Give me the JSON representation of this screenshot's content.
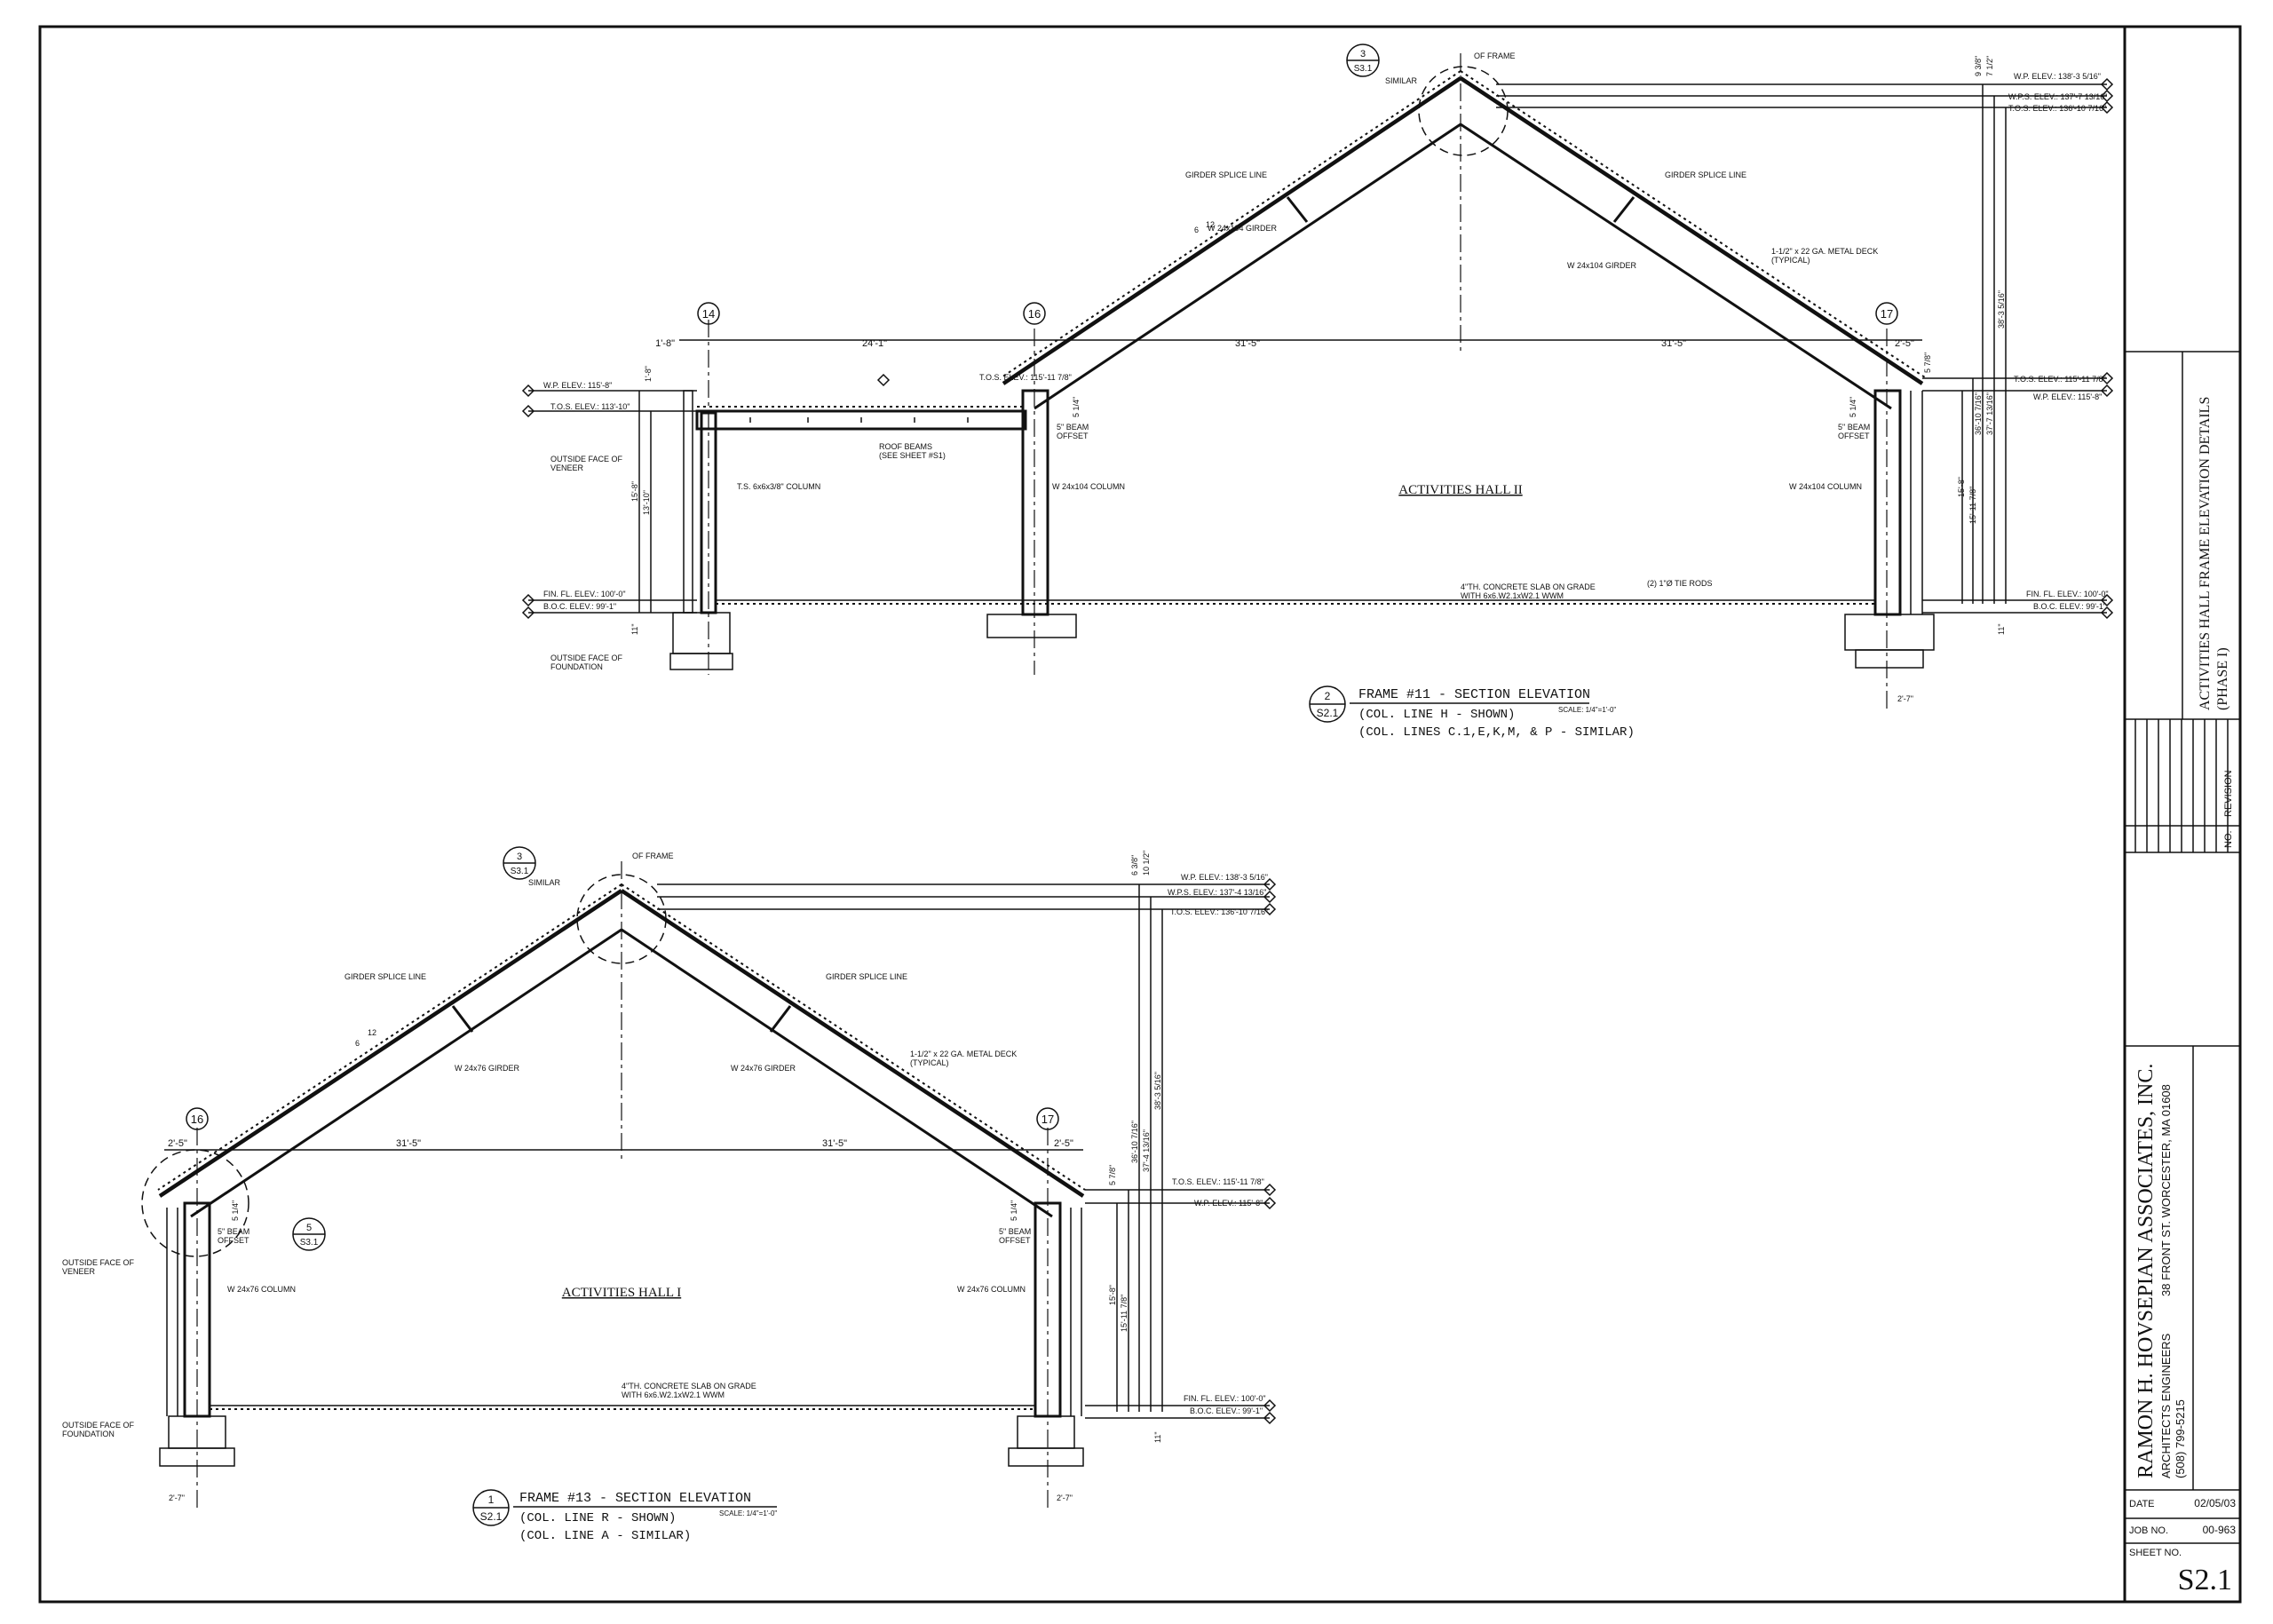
{
  "title_block": {
    "sheet_title": "ACTIVITIES HALL FRAME ELEVATION DETAILS",
    "phase": "(PHASE I)",
    "revision_label": "REVISION",
    "no_label": "NO.",
    "firm_name": "RAMON H. HOVSEPIAN ASSOCIATES, INC.",
    "firm_disciplines": "ARCHITECTS    ENGINEERS",
    "firm_address": "38 FRONT ST. WORCESTER, MA 01608",
    "firm_phone": "(508) 799-5215",
    "date_label": "DATE",
    "date_value": "02/05/03",
    "job_label": "JOB NO.",
    "job_value": "00-963",
    "sheet_label": "SHEET NO.",
    "sheet_value": "S2.1"
  },
  "frame11": {
    "callout_num": "2",
    "callout_sheet": "S2.1",
    "title": "FRAME #11 - SECTION ELEVATION",
    "line1": "(COL. LINE H - SHOWN)",
    "line2": "(COL. LINES C.1,E,K,M, & P - SIMILAR)",
    "scale": "SCALE: 1/4\"=1'-0\"",
    "hall_label": "ACTIVITIES HALL II",
    "detail_num": "3",
    "detail_sheet": "S3.1",
    "similar": "SIMILAR",
    "of_frame": "OF FRAME",
    "grid_14": "14",
    "grid_16": "16",
    "grid_17": "17",
    "splice_left": "GIRDER SPLICE LINE",
    "splice_right": "GIRDER SPLICE LINE",
    "girder_left": "W 24x104 GIRDER",
    "girder_right": "W 24x104 GIRDER",
    "slope_rise": "6",
    "slope_run": "12",
    "deck": "1-1/2\" x 22 GA. METAL DECK",
    "deck_typ": "(TYPICAL)",
    "dim_a": "1'-8\"",
    "dim_b": "24'-1\"",
    "dim_c": "31'-5\"",
    "dim_d": "31'-5\"",
    "dim_e": "2'-5\"",
    "tos_elev_mid": "T.O.S. ELEV.: 115'-11 7/8\"",
    "wp_left": "W.P. ELEV.: 115'-8\"",
    "tos_left": "T.O.S. ELEV.: 113'-10\"",
    "roof_beams": "ROOF BEAMS",
    "roof_beams_see": "(SEE SHEET #S1)",
    "veneer1": "OUTSIDE FACE OF",
    "veneer2": "VENEER",
    "ts_col": "T.S. 6x6x3/8\" COLUMN",
    "w_col_left": "W 24x104 COLUMN",
    "w_col_right": "W 24x104 COLUMN",
    "beam_off1": "5\" BEAM",
    "beam_off2": "OFFSET",
    "dim_514": "5 1/4\"",
    "fin_fl_left": "FIN. FL. ELEV.: 100'-0\"",
    "boc_left": "B.O.C. ELEV.: 99'-1\"",
    "found1": "OUTSIDE FACE OF",
    "found2": "FOUNDATION",
    "slab1": "4\"TH. CONCRETE SLAB ON GRADE",
    "slab2": "WITH 6x6.W2.1xW2.1 WWM",
    "tie_rods": "(2) 1\"Ø TIE RODS",
    "wp_top": "W.P. ELEV.: 138'-3 5/16\"",
    "wps_top": "W.P.S. ELEV.: 137'-7 13/16\"",
    "tos_top": "T.O.S. ELEV.: 136'-10 7/16\"",
    "tos_right": "T.O.S. ELEV.: 115'-11 7/8\"",
    "wp_right": "W.P. ELEV.: 115'-8\"",
    "fin_fl_right": "FIN. FL. ELEV.: 100'-0\"",
    "boc_right": "B.O.C. ELEV.: 99'-1\"",
    "d_938": "9 3/8\"",
    "d_712": "7 1/2\"",
    "d_3810": "36'-10 7/16\"",
    "d_377": "37'-7 13/16\"",
    "d_383": "38'-3 5/16\"",
    "d_578": "5 7/8\"",
    "d_158": "15'-8\"",
    "d_1511": "15'-11 7/8\"",
    "d_18": "1'-8\"",
    "d_1310": "13'-10\"",
    "d_11": "11\"",
    "d_27": "2'-7\""
  },
  "frame13": {
    "callout_num": "1",
    "callout_sheet": "S2.1",
    "title": "FRAME #13 - SECTION ELEVATION",
    "line1": "(COL. LINE R - SHOWN)",
    "line2": "(COL. LINE A - SIMILAR)",
    "scale": "SCALE: 1/4\"=1'-0\"",
    "hall_label": "ACTIVITIES HALL I",
    "detail_num": "3",
    "detail_sheet": "S3.1",
    "similar": "SIMILAR",
    "detail5_num": "5",
    "detail5_sheet": "S3.1",
    "of_frame": "OF FRAME",
    "grid_16": "16",
    "grid_17": "17",
    "splice_left": "GIRDER SPLICE LINE",
    "splice_right": "GIRDER SPLICE LINE",
    "girder_left": "W 24x76 GIRDER",
    "girder_right": "W 24x76 GIRDER",
    "slope_rise": "6",
    "slope_run": "12",
    "deck": "1-1/2\" x 22 GA. METAL DECK",
    "deck_typ": "(TYPICAL)",
    "dim_a": "2'-5\"",
    "dim_b": "31'-5\"",
    "dim_c": "31'-5\"",
    "dim_d": "2'-5\"",
    "veneer1": "OUTSIDE FACE OF",
    "veneer2": "VENEER",
    "found1": "OUTSIDE FACE OF",
    "found2": "FOUNDATION",
    "w_col_left": "W 24x76 COLUMN",
    "w_col_right": "W 24x76 COLUMN",
    "beam_off1": "5\" BEAM",
    "beam_off2": "OFFSET",
    "dim_514": "5 1/4\"",
    "slab1": "4\"TH. CONCRETE SLAB ON GRADE",
    "slab2": "WITH 6x6.W2.1xW2.1 WWM",
    "wp_top": "W.P. ELEV.: 138'-3 5/16\"",
    "wps_top": "W.P.S. ELEV.: 137'-4 13/16\"",
    "tos_top": "T.O.S. ELEV.: 136'-10 7/16\"",
    "tos_right": "T.O.S. ELEV.: 115'-11 7/8\"",
    "wp_right": "W.P. ELEV.: 115'-8\"",
    "fin_fl_right": "FIN. FL. ELEV.: 100'-0\"",
    "boc_right": "B.O.C. ELEV.: 99'-1\"",
    "d_938": "6 3/8\"",
    "d_1012": "10 1/2\"",
    "d_3810": "36'-10 7/16\"",
    "d_377": "37'-4 13/16\"",
    "d_383": "38'-3 5/16\"",
    "d_578": "5 7/8\"",
    "d_158": "15'-8\"",
    "d_1511": "15'-11 7/8\"",
    "d_11": "11\"",
    "d_27": "2'-7\""
  }
}
